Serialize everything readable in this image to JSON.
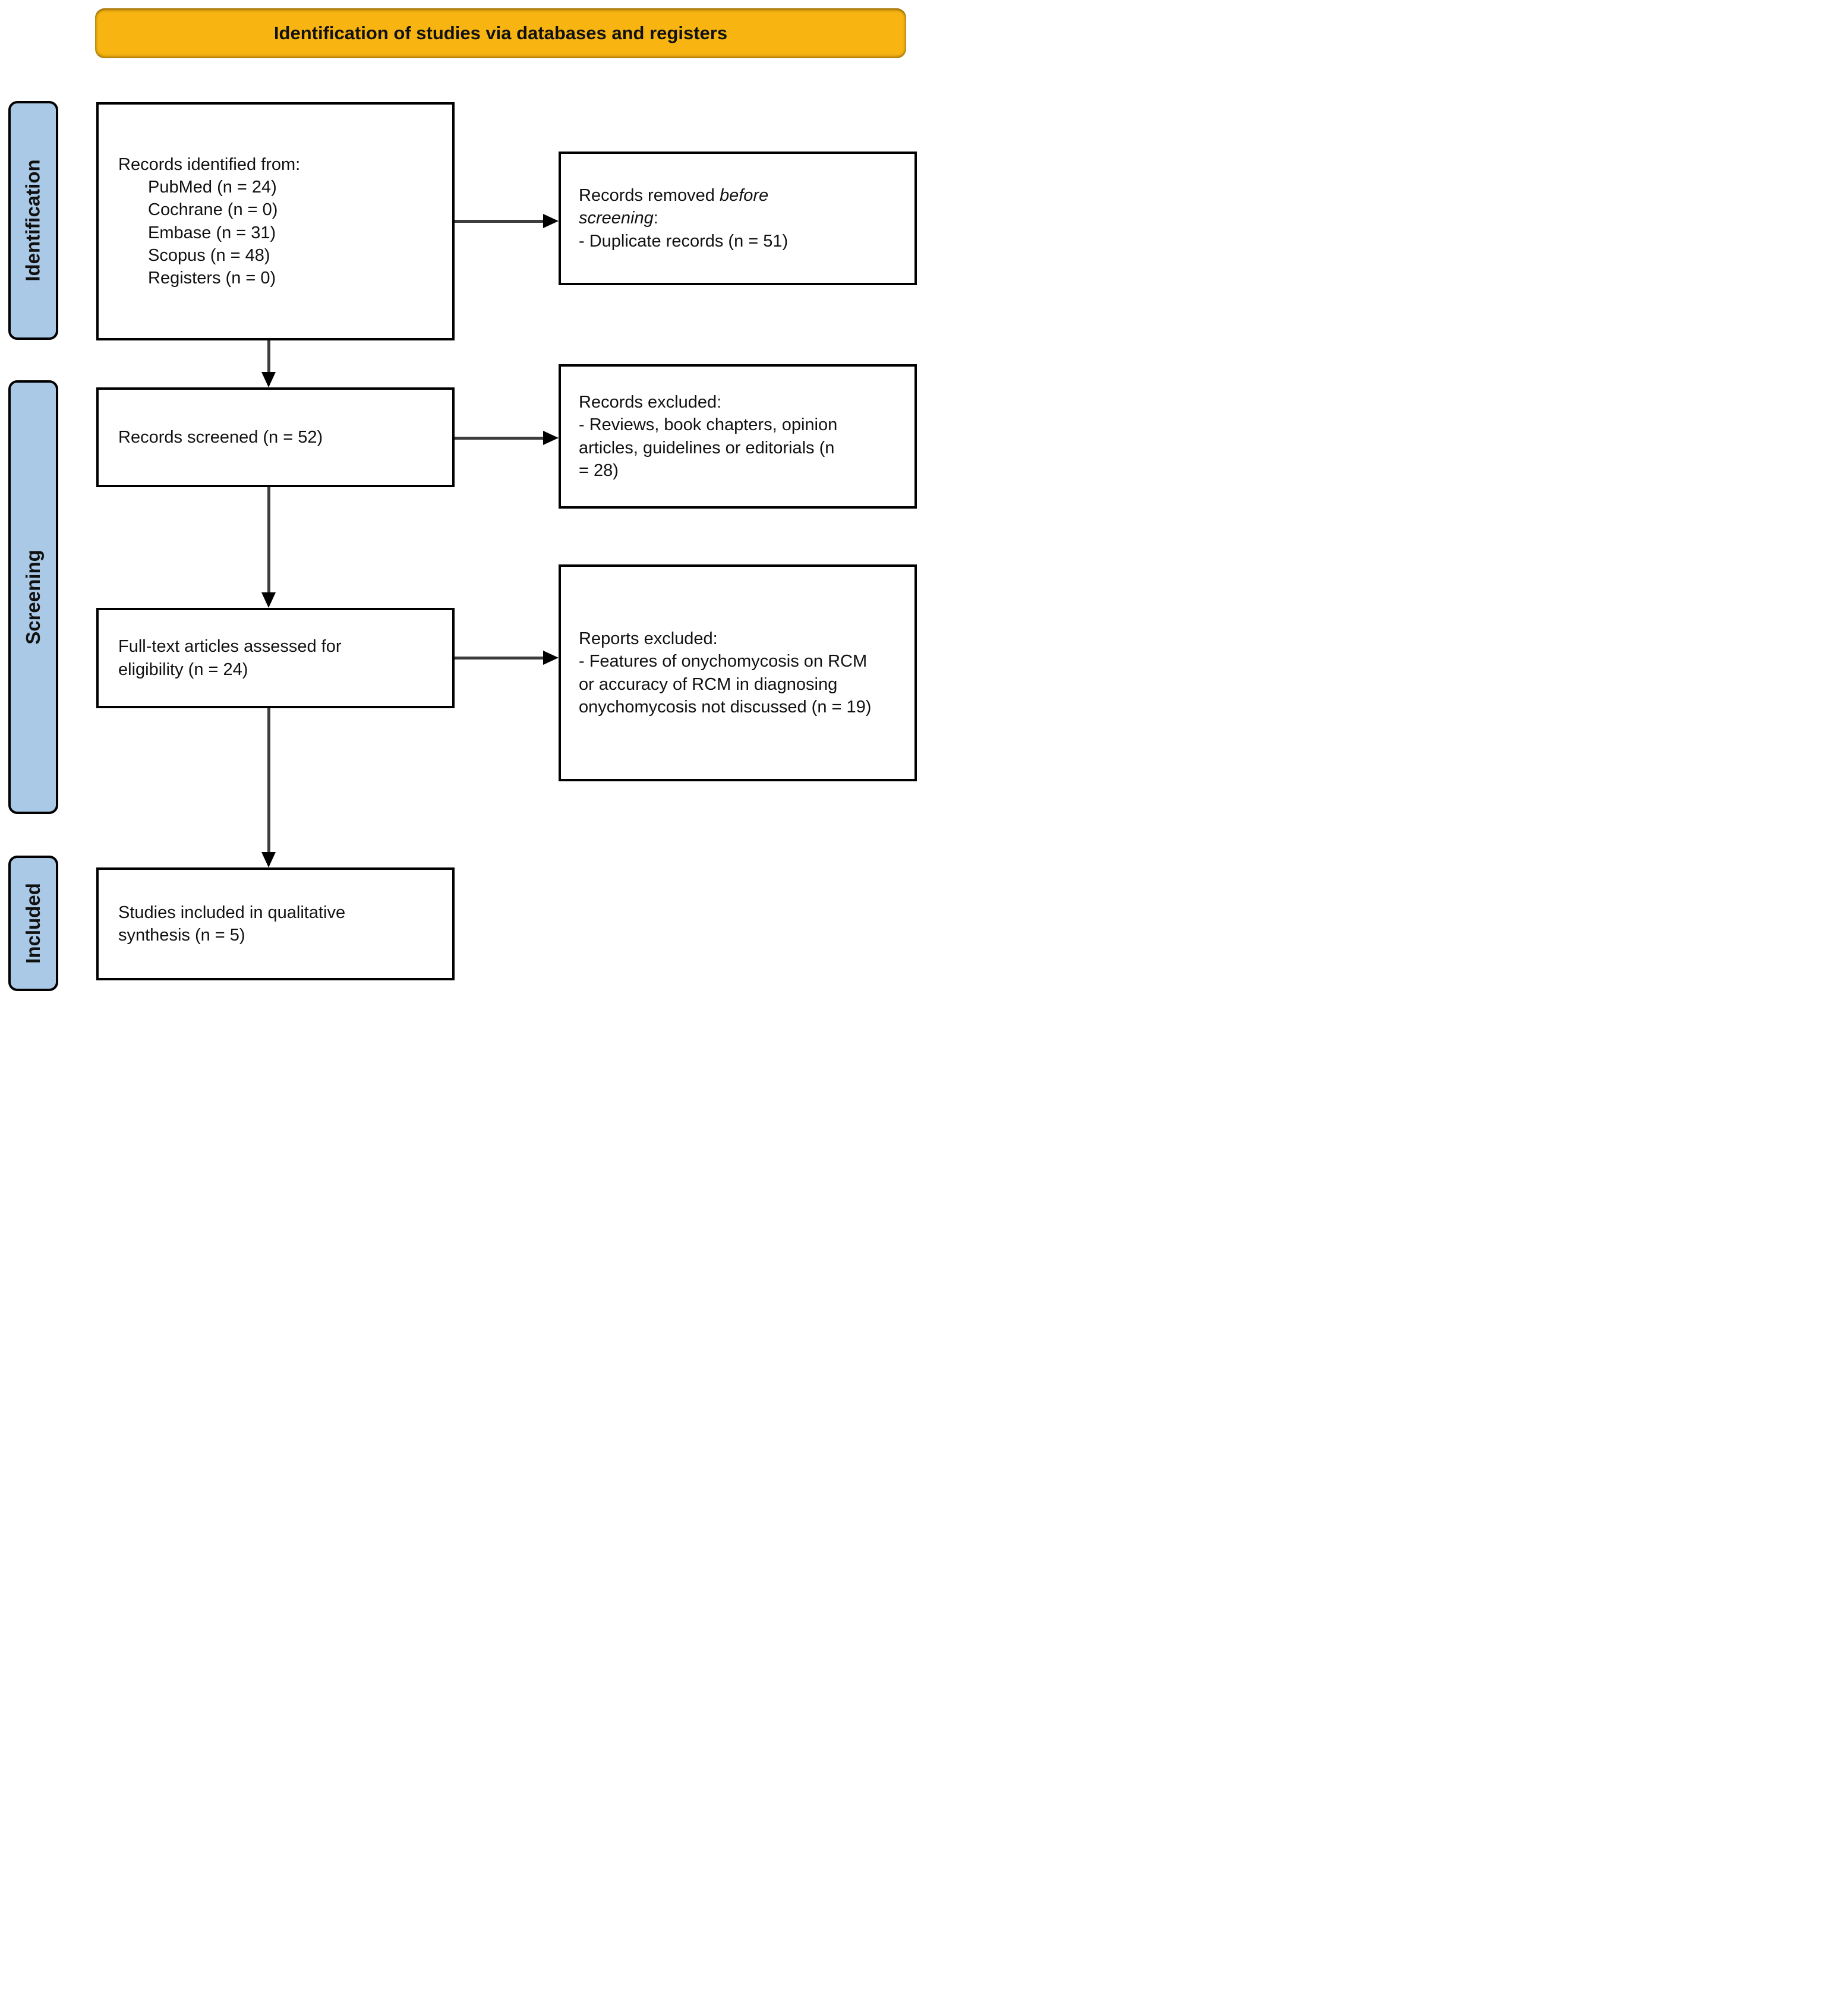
{
  "title_banner": {
    "text": "Identification of studies via databases and registers",
    "bg_color": "#F8B512"
  },
  "stage_bg_color": "#A9C9E6",
  "stage_labels": [
    {
      "label": "Identification"
    },
    {
      "label": "Screening"
    },
    {
      "label": "Included"
    }
  ],
  "boxes": {
    "identified": {
      "title": "Records identified from:",
      "sources": [
        "PubMed (n = 24)",
        "Cochrane (n = 0)",
        "Embase (n = 31)",
        "Scopus (n = 48)",
        "Registers (n = 0)"
      ]
    },
    "screened": {
      "text": "Records screened (n = 52)"
    },
    "fulltext": {
      "text": "Full-text articles assessed for eligibility (n = 24)"
    },
    "included_studies": {
      "text": "Studies included in qualitative synthesis (n = 5)"
    },
    "removed": {
      "prefix": "Records removed ",
      "emphasis": "before screening",
      "suffix": ":",
      "item": "- Duplicate records (n = 51)"
    },
    "records_excluded": {
      "title": "Records excluded:",
      "item": "- Reviews, book chapters, opinion articles, guidelines or editorials (n = 28)"
    },
    "reports_excluded": {
      "title": "Reports excluded:",
      "item": "- Features of onychomycosis on RCM or accuracy of RCM in diagnosing onychomycosis not discussed (n = 19)"
    }
  }
}
